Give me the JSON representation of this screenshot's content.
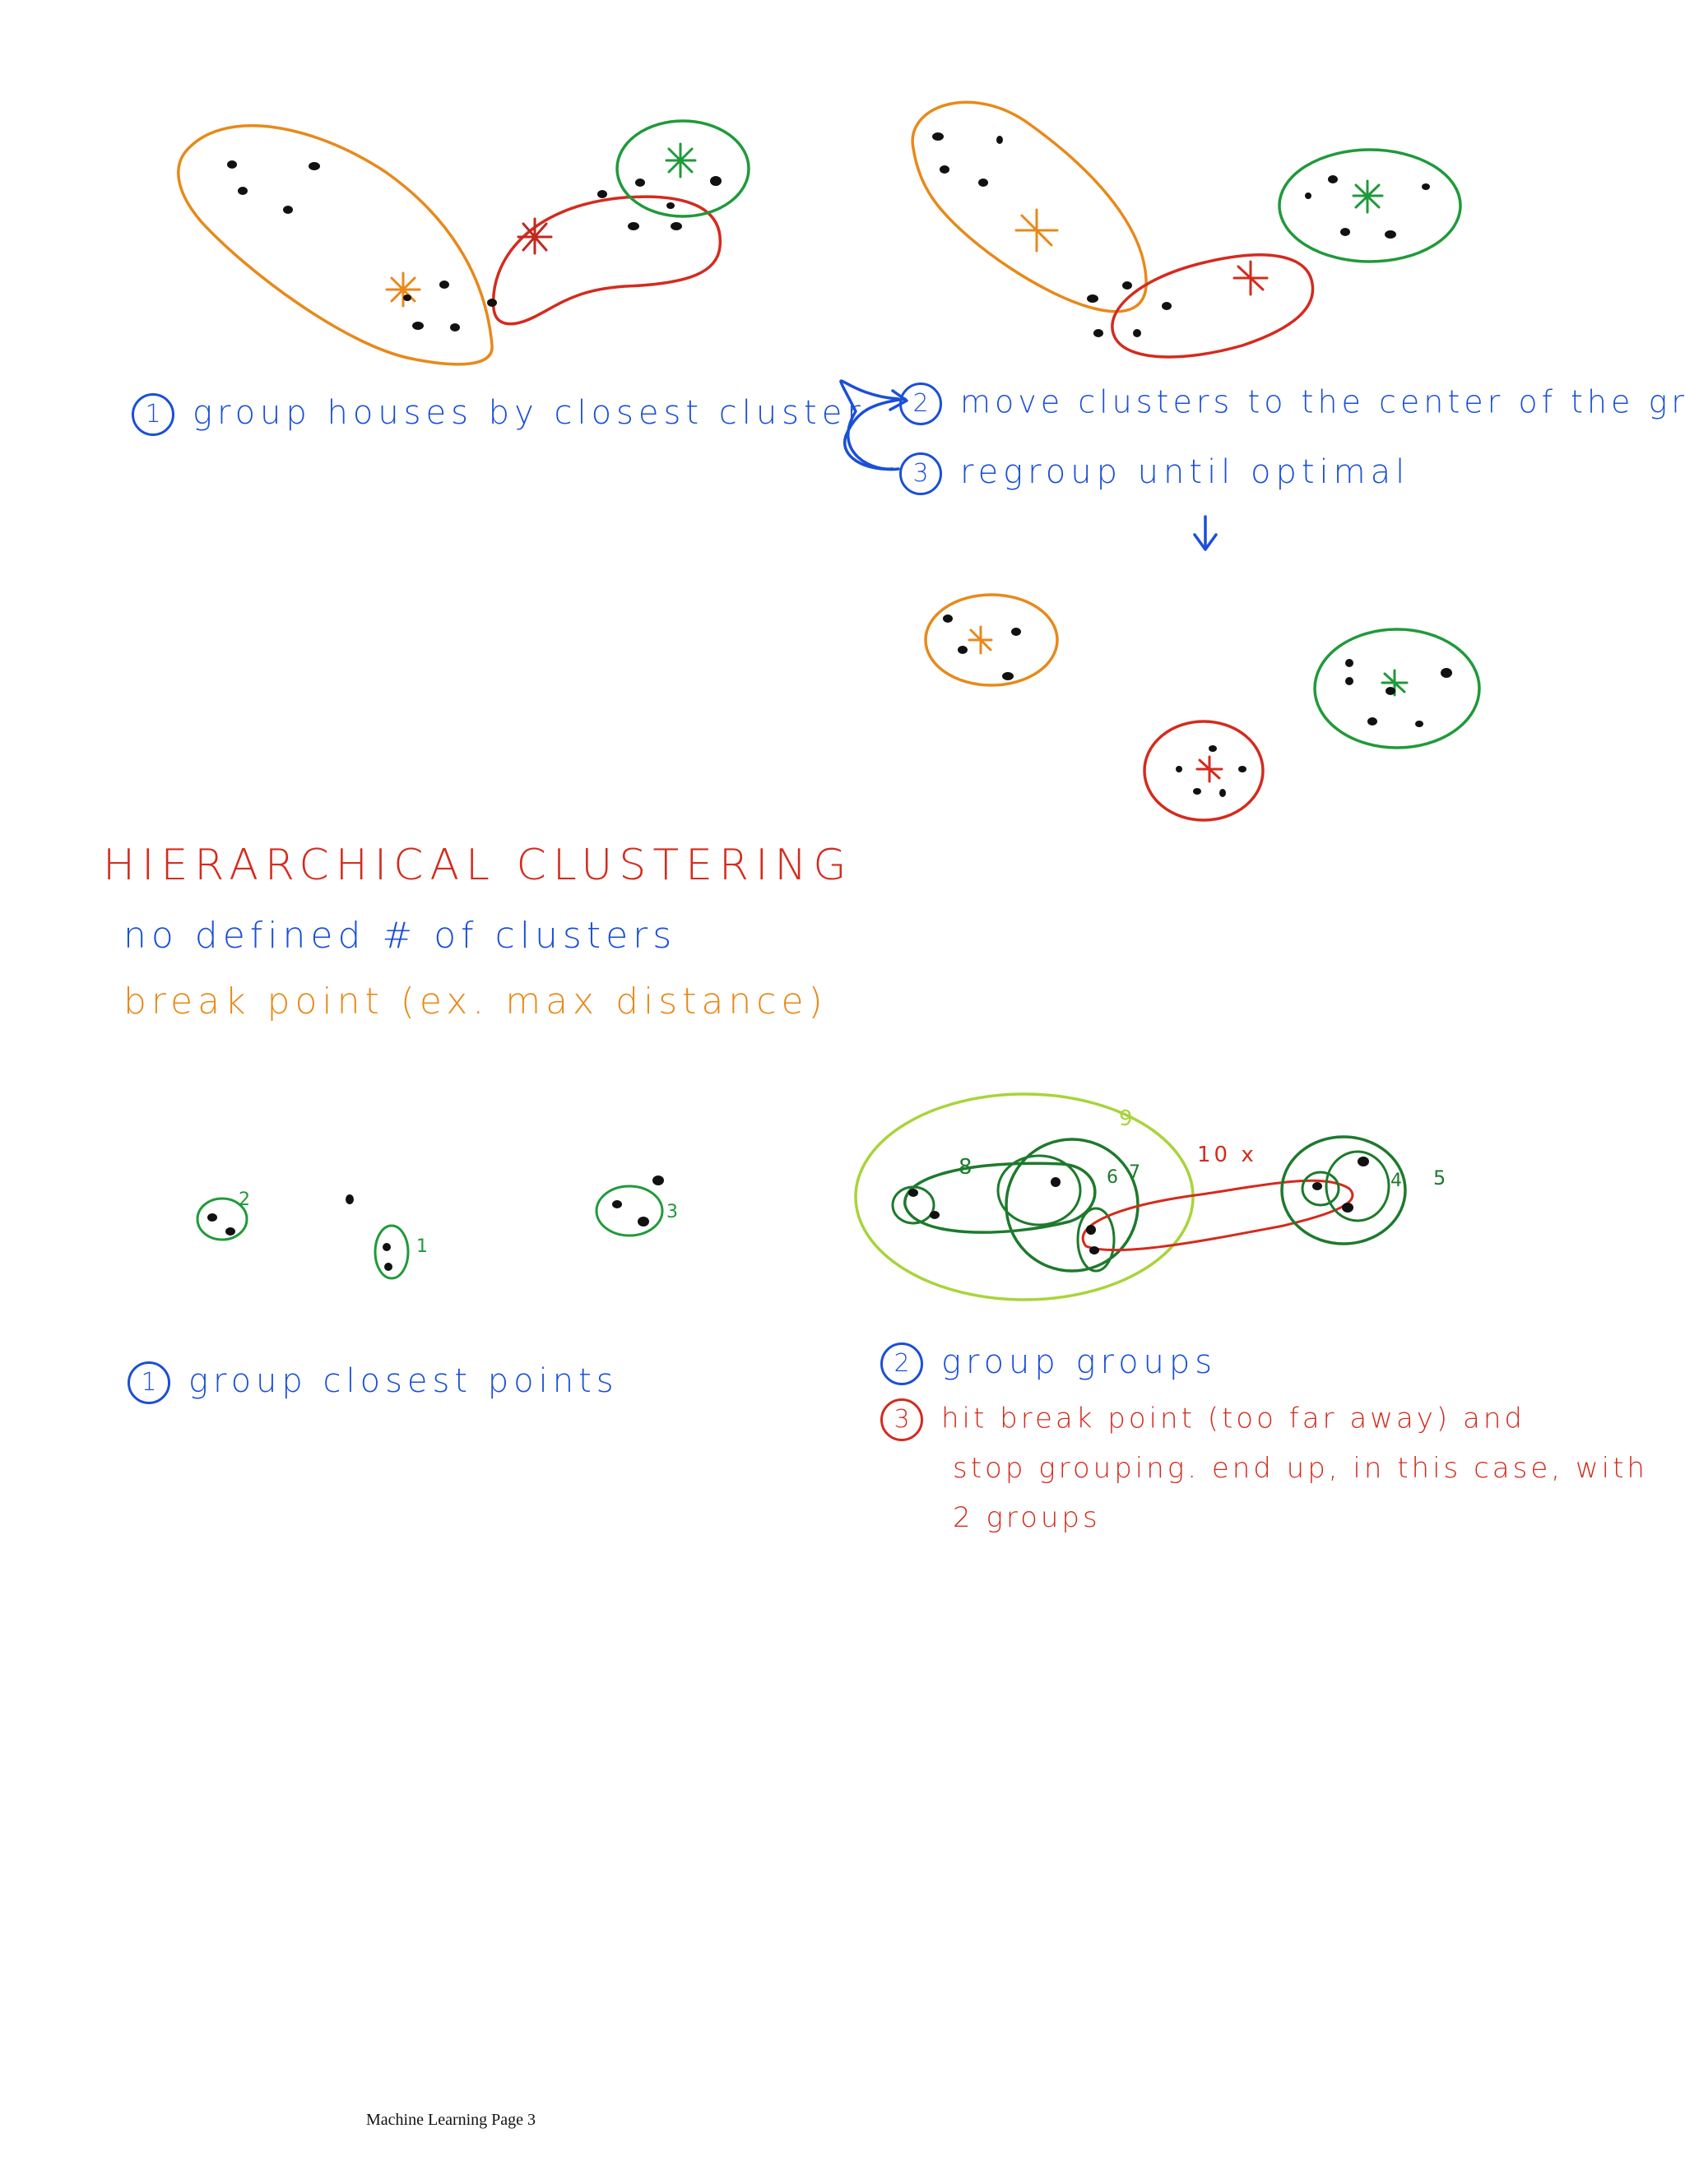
{
  "kmeans": {
    "step1": {
      "num": "1",
      "text": "group houses by closest cluster"
    },
    "step2": {
      "num": "2",
      "text": "move clusters to the center of the group"
    },
    "step3": {
      "num": "3",
      "text": "regroup until optimal"
    }
  },
  "hierarchical": {
    "title": "HIERARCHICAL CLUSTERING",
    "line1": "no defined # of clusters",
    "line2": "break point (ex. max distance)",
    "step1": {
      "num": "1",
      "text": "group closest points"
    },
    "step2": {
      "num": "2",
      "text": "group groups"
    },
    "step3": {
      "num": "3",
      "line1": "hit break point (too far away) and",
      "line2": "stop grouping. end up, in this case, with",
      "line3": "2 groups"
    },
    "labels": {
      "a": "1",
      "b": "2",
      "c": "3",
      "d": "4",
      "e": "5",
      "f": "6",
      "g": "7",
      "h": "8",
      "i": "9",
      "j": "10 x"
    }
  },
  "colors": {
    "orange": "#e8891a",
    "red": "#d42b1e",
    "green": "#1f9a3a",
    "dark_green": "#1d7a2c",
    "lime": "#a8d43a",
    "blue": "#1a4fd8",
    "ink": "#111111"
  },
  "footer": "Machine Learning Page 3"
}
